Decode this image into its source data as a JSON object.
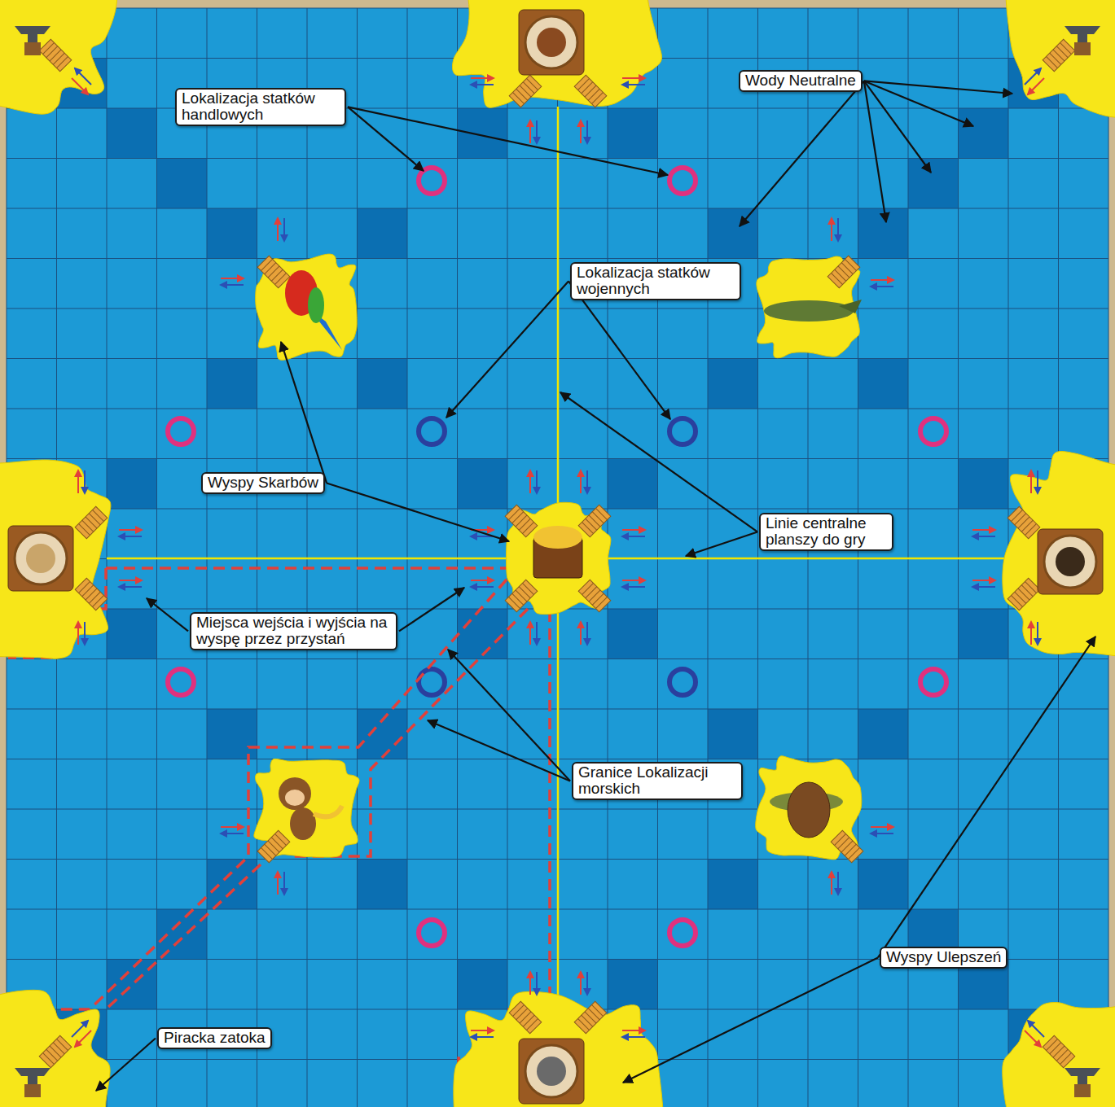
{
  "diagram": {
    "nodes": [
      {
        "text": [
          "Lokalizacja statków handlowych"
        ]
      },
      {
        "text": [
          "Wody Neutralne"
        ]
      },
      {
        "text": [
          "Lokalizacja statków wojennych"
        ]
      },
      {
        "text": [
          "Wyspy Skarbów"
        ]
      },
      {
        "text": [
          "Linie centralne planszy do gry"
        ]
      },
      {
        "text": [
          "Miejsca wejścia i wyjścia na wyspę przez przystań"
        ]
      },
      {
        "text": [
          "Granice Lokalizacji morskich"
        ]
      },
      {
        "text": [
          "Wyspy Ulepszeń"
        ]
      },
      {
        "text": [
          "Piracka zatoka"
        ]
      }
    ]
  }
}
